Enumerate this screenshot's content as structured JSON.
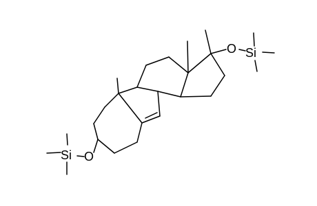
{
  "colors": {
    "background": "#ffffff",
    "bond": "#000000",
    "label": "#000000"
  },
  "labels": {
    "oxygen_right": "O",
    "silicon_right": "Si",
    "oxygen_left": "O",
    "silicon_left": "Si"
  }
}
